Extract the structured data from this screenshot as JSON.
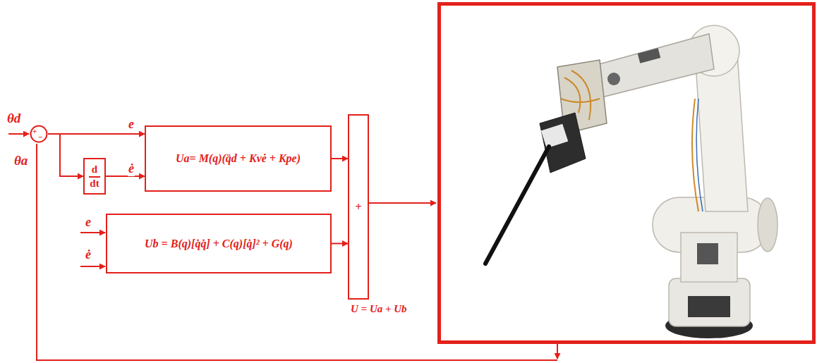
{
  "diagram": {
    "nodes": [
      {
        "text": [
          "+",
          "−"
        ]
      },
      {
        "text": [
          "d",
          "dt"
        ]
      },
      {
        "text": [
          "Ua= M(q)(q̈d + Kvė + Kpe)"
        ]
      },
      {
        "text": [
          "Ub = B(q)[q̇q̇] + C(q)[q̇]² + G(q)"
        ]
      },
      {
        "text": [
          "+"
        ]
      }
    ],
    "edges": [
      {
        "from": 0,
        "to": 2,
        "arrow": "to",
        "label": "e"
      },
      {
        "from": 0,
        "to": 1,
        "arrow": "to"
      },
      {
        "from": 1,
        "to": 2,
        "arrow": "to",
        "label": "ė"
      },
      {
        "from": 2,
        "to": 4,
        "arrow": "to"
      },
      {
        "from": 3,
        "to": 4,
        "arrow": "to"
      }
    ],
    "labels": [
      "θd",
      "θa",
      "e",
      "ė",
      "U = Ua + Ub"
    ]
  }
}
